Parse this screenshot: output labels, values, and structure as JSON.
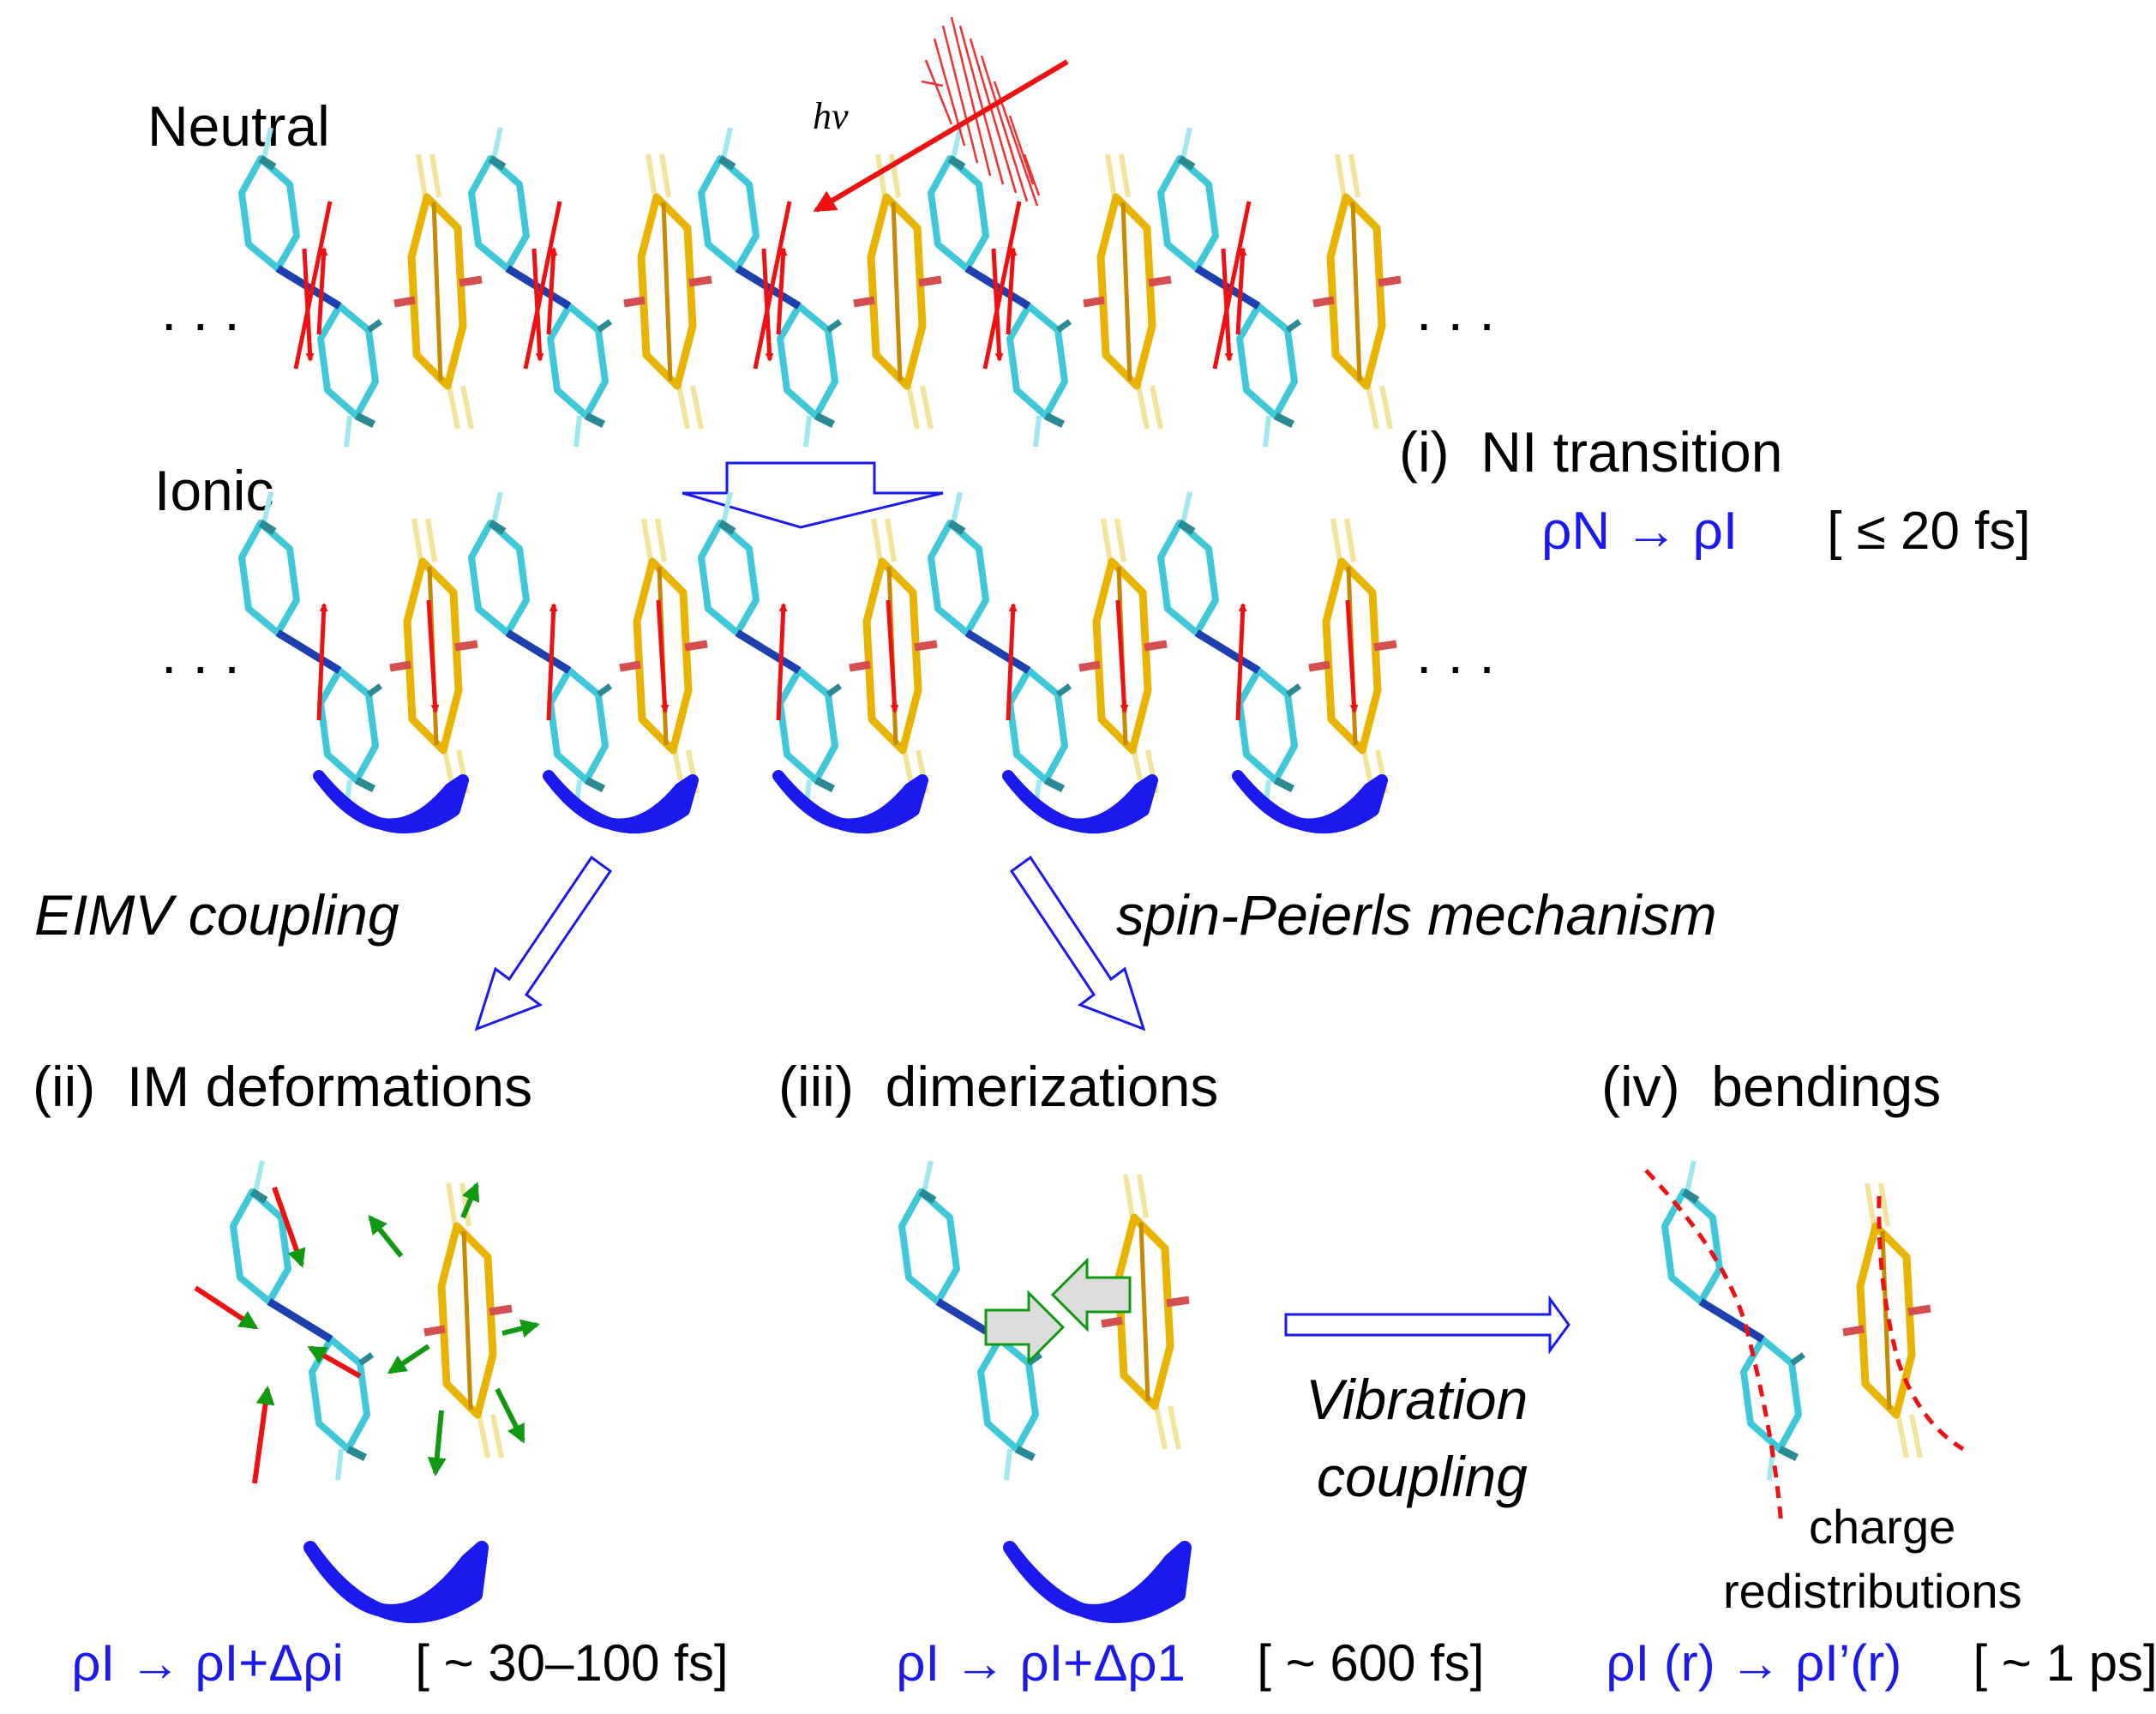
{
  "labels": {
    "neutral": "Neutral",
    "ionic": "Ionic",
    "hv": "hν",
    "dots": ". . .",
    "eimv": "EIMV coupling",
    "spin_peierls": "spin-Peierls mechanism",
    "vibration_line1": "Vibration",
    "vibration_line2": "coupling",
    "charge_line1": "charge",
    "charge_line2": "redistributions"
  },
  "stages": {
    "i": {
      "title": "(i)  NI transition",
      "formula": "ρN → ρI",
      "time": "[ ≤ 20 fs]"
    },
    "ii": {
      "title": "(ii)  IM deformations",
      "formula": "ρI → ρI+Δρi",
      "time": "[ ~ 30–100 fs]"
    },
    "iii": {
      "title": "(iii)  dimerizations",
      "formula": "ρI → ρI+Δρ1",
      "time": "[ ~ 600 fs]"
    },
    "iv": {
      "title": "(iv)  bendings",
      "formula": "ρI (r) → ρI’(r)",
      "time": "[ ~ 1 ps]"
    }
  },
  "colors": {
    "donor": "#3ec8d8",
    "donor_dark": "#2a8a94",
    "acceptor": "#e8b400",
    "acceptor_light": "#f2e49a",
    "spin_arrow": "#ee1111",
    "mode_arrow": "#119911",
    "flow_arrow": "#1a1aee",
    "text": "#000000",
    "formula": "#1a1aee"
  }
}
